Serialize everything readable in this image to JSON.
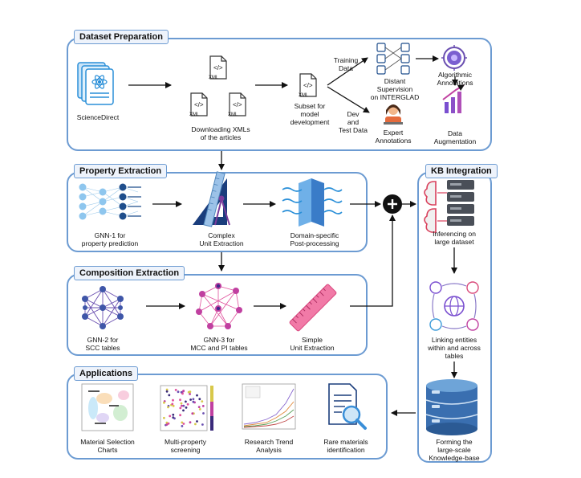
{
  "sections": {
    "dataset": {
      "title": "Dataset Preparation"
    },
    "property": {
      "title": "Property Extraction"
    },
    "composition": {
      "title": "Composition Extraction"
    },
    "applications": {
      "title": "Applications"
    },
    "kb": {
      "title": "KB Integration"
    }
  },
  "dataset_nodes": {
    "sciencedirect": "ScienceDirect",
    "download_1": "Downloading XMLs",
    "download_2": "of the articles",
    "subset_1": "Subset for",
    "subset_2": "model",
    "subset_3": "development",
    "training_1": "Training",
    "training_2": "Data",
    "dev_1": "Dev",
    "dev_2": "and",
    "dev_3": "Test Data",
    "distant_1": "Distant",
    "distant_2": "Supervision",
    "distant_3": "on INTERGLAD",
    "expert_1": "Expert",
    "expert_2": "Annotations",
    "algo_1": "Algorithmic",
    "algo_2": "Annotations",
    "aug_1": "Data",
    "aug_2": "Augmentation",
    "xml_tag": "XML"
  },
  "property_nodes": {
    "gnn1_1": "GNN-1 for",
    "gnn1_2": "property prediction",
    "complex_1": "Complex",
    "complex_2": "Unit Extraction",
    "domain_1": "Domain-specific",
    "domain_2": "Post-processing"
  },
  "composition_nodes": {
    "gnn2_1": "GNN-2 for",
    "gnn2_2": "SCC tables",
    "gnn3_1": "GNN-3 for",
    "gnn3_2": "MCC and PI tables",
    "simple_1": "Simple",
    "simple_2": "Unit Extraction"
  },
  "kb_nodes": {
    "infer_1": "Inferencing on",
    "infer_2": "large dataset",
    "link_1": "Linking entities",
    "link_2": "within and across",
    "link_3": "tables",
    "form_1": "Forming the",
    "form_2": "large-scale",
    "form_3": "Knowledge-base"
  },
  "application_nodes": {
    "material_1": "Material Selection",
    "material_2": "Charts",
    "multi_1": "Multi-property",
    "multi_2": "screening",
    "trend_1": "Research Trend",
    "trend_2": "Analysis",
    "rare_1": "Rare materials",
    "rare_2": "identification"
  },
  "colors": {
    "box_border": "#6c9bd2",
    "title_bg": "#eef3fb",
    "arrow": "#111111",
    "doc_blue": "#2a8fd8",
    "nn_blue": "#8ec6ee",
    "nn_dark": "#1f4e8c",
    "graph_purple": "#6a4fb0",
    "graph_pink": "#e0509c",
    "ruler_pink": "#e8558f",
    "setsquare": "#1a3d7c",
    "db_blue": "#2b6cb0"
  }
}
